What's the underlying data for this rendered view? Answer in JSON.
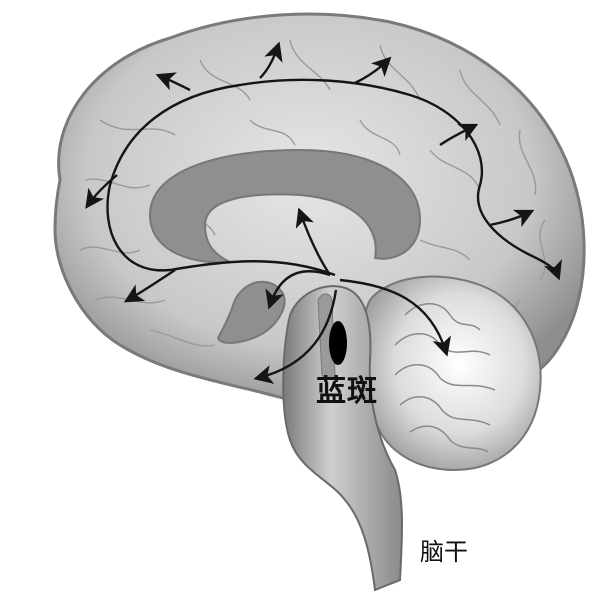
{
  "labels": {
    "locus_coeruleus": "蓝斑",
    "brainstem": "脑干"
  },
  "colors": {
    "cortex": "#c9c9c9",
    "sulci": "#9a9a9a",
    "ventricle": "#8f8f8f",
    "cerebellum": "#e8e8e8",
    "pathway": "#151515",
    "nucleus": "#000000"
  },
  "icons": [
    "brain-sagittal",
    "arrowhead"
  ]
}
